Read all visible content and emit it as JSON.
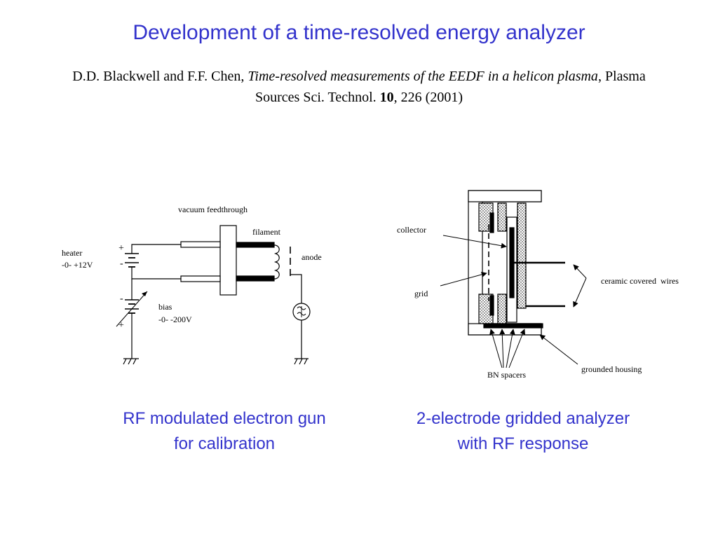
{
  "slide": {
    "title": "Development of a time-resolved energy analyzer",
    "reference": {
      "authors": "D.D. Blackwell and F.F. Chen,",
      "article_title": "Time-resolved measurements of the EEDF in a helicon plasma",
      "journal": ", Plasma Sources Sci. Technol.",
      "volume": "10",
      "pages_year": ", 226 (2001)"
    }
  },
  "gun": {
    "labels": {
      "feedthrough": "vacuum feedthrough",
      "filament": "filament",
      "anode": "anode",
      "heater": "heater",
      "heater_range": "-0- +12V",
      "bias": "bias",
      "bias_range": "-0- -200V",
      "plus": "+",
      "minus": "-"
    },
    "caption": [
      "RF modulated electron gun",
      "for calibration"
    ]
  },
  "analyzer": {
    "labels": {
      "collector": "collector",
      "grid": "grid",
      "wires": "ceramic covered  wires",
      "spacers": "BN spacers",
      "housing": "grounded housing"
    },
    "caption": [
      "2-electrode gridded analyzer",
      "with RF response"
    ]
  }
}
